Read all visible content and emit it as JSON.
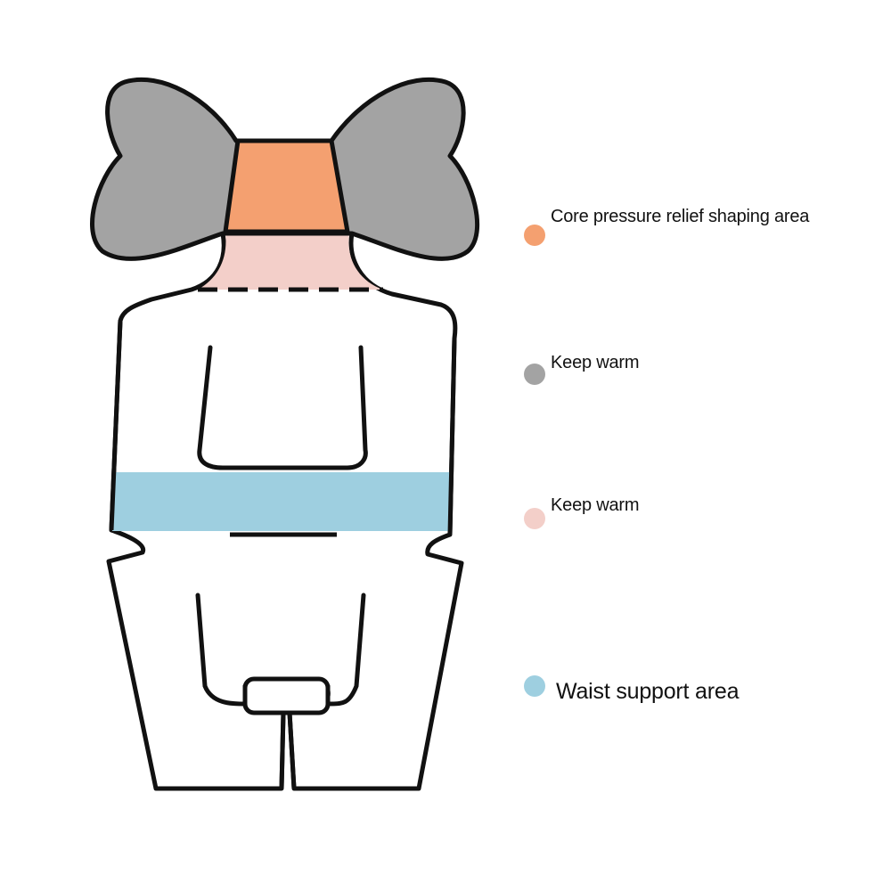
{
  "legend": {
    "core": {
      "label": "Core pressure relief shaping area",
      "color": "#f4a070"
    },
    "keep_warm_gray": {
      "label": "Keep warm",
      "color": "#a3a3a3"
    },
    "keep_warm_pink": {
      "label": "Keep warm",
      "color": "#f3cfc9"
    },
    "waist": {
      "label": "Waist support area",
      "color": "#9ecfe0"
    }
  },
  "colors": {
    "outline": "#111111",
    "headrest_gray": "#a3a3a3",
    "core_orange": "#f4a070",
    "neck_pink": "#f3cfc9",
    "waist_blue": "#9ecfe0",
    "body_fill": "#ffffff"
  }
}
